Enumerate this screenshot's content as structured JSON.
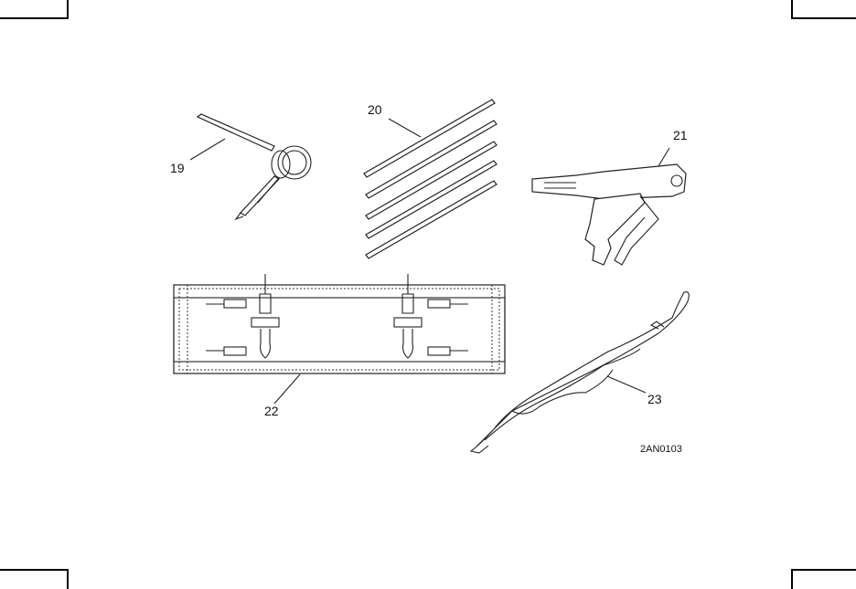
{
  "figure": {
    "callouts": [
      {
        "id": "19",
        "label": "19"
      },
      {
        "id": "20",
        "label": "20"
      },
      {
        "id": "21",
        "label": "21"
      },
      {
        "id": "22",
        "label": "22"
      },
      {
        "id": "23",
        "label": "23"
      }
    ],
    "figure_code": "2AN0103"
  }
}
